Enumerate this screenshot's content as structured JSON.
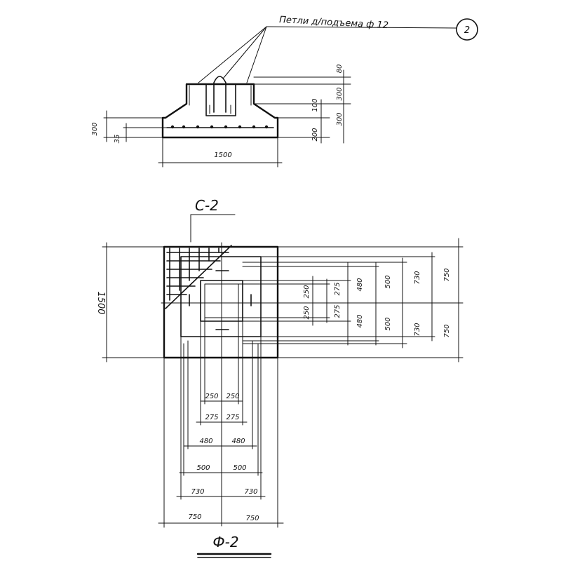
{
  "callout": {
    "label": "Петли д/подъема ф 12",
    "mark": "2"
  },
  "section": {
    "width_label": "1500",
    "left_dims": [
      "300",
      "35"
    ],
    "right_dims": [
      "80",
      "300",
      "100",
      "300",
      "200"
    ]
  },
  "plan": {
    "section_mark": "С-2",
    "overall_label": "1500",
    "right_dims_inner": [
      "250",
      "250",
      "275",
      "275"
    ],
    "right_dims_mid": [
      "480",
      "480"
    ],
    "right_dims_500": [
      "500",
      "500"
    ],
    "right_dims_730": [
      "730",
      "730"
    ],
    "right_dims_750": [
      "750",
      "750"
    ],
    "bottom_250": [
      "250",
      "250"
    ],
    "bottom_275": [
      "275",
      "275"
    ],
    "bottom_480": [
      "480",
      "480"
    ],
    "bottom_500": [
      "500",
      "500"
    ],
    "bottom_730": [
      "730",
      "730"
    ],
    "bottom_750": [
      "750",
      "750"
    ]
  },
  "drawing_title": "Ф-2"
}
